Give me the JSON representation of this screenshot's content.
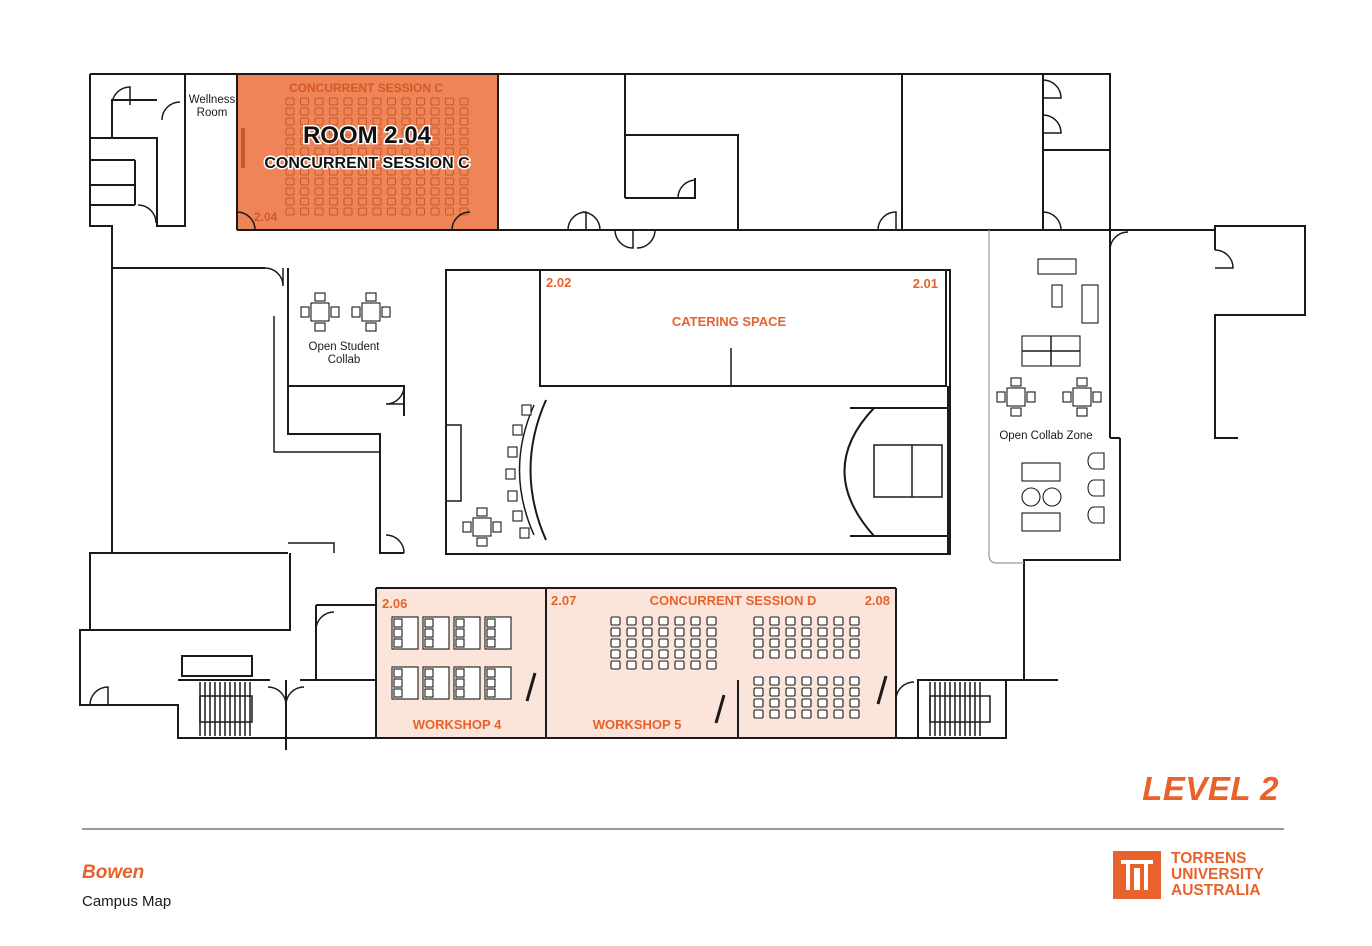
{
  "map": {
    "wellness_label_1": "Wellness",
    "wellness_label_2": "Room",
    "room_204_faint": "CONCURRENT SESSION C",
    "room_204_title": "ROOM 2.04",
    "room_204_subtitle": "CONCURRENT SESSION C",
    "room_204_number": "2.04",
    "room_202_number": "2.02",
    "room_201_number": "2.01",
    "catering": "CATERING SPACE",
    "collab_student_1": "Open Student",
    "collab_student_2": "Collab",
    "collab_zone": "Open Collab Zone",
    "room_206_number": "2.06",
    "room_207_number": "2.07",
    "room_208_number": "2.08",
    "session_d": "CONCURRENT SESSION D",
    "workshop_4": "WORKSHOP 4",
    "workshop_5": "WORKSHOP  5"
  },
  "footer": {
    "level": "LEVEL 2",
    "site": "Bowen",
    "subtitle": "Campus Map",
    "logo_line_1": "TORRENS",
    "logo_line_2": "UNIVERSITY",
    "logo_line_3": "AUSTRALIA"
  },
  "colors": {
    "accent": "#e8622c",
    "room_highlight": "#ee8457",
    "room_light": "#fbe4d9",
    "wall": "#1a1a1a"
  }
}
